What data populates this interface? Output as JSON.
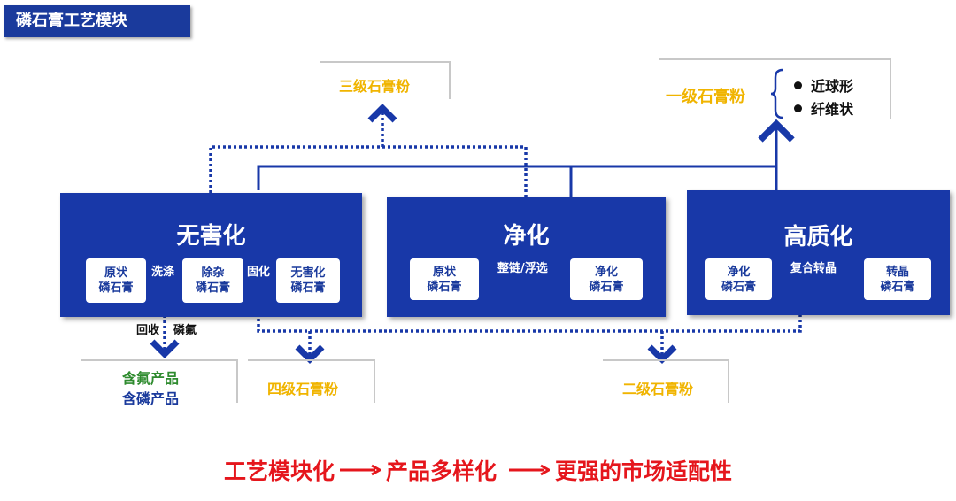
{
  "header": {
    "title": "磷石膏工艺模块"
  },
  "modules": {
    "harmless": {
      "title": "无害化",
      "nodes": [
        "原状\n磷石膏",
        "除杂\n磷石膏",
        "无害化\n磷石膏"
      ],
      "ops": [
        "洗涤",
        "固化"
      ]
    },
    "purify": {
      "title": "净化",
      "nodes": [
        "原状\n磷石膏",
        "净化\n磷石膏"
      ],
      "ops": [
        "整链/浮选"
      ]
    },
    "quality": {
      "title": "高质化",
      "nodes": [
        "净化\n磷石膏",
        "转晶\n磷石膏"
      ],
      "ops": [
        "复合转晶"
      ]
    }
  },
  "products": {
    "grade1": "一级石膏粉",
    "grade2": "二级石膏粉",
    "grade3": "三级石膏粉",
    "grade4": "四级石膏粉",
    "grade1_forms": [
      "近球形",
      "纤维状"
    ]
  },
  "recovery": {
    "labels": [
      "回收",
      "磷氟"
    ],
    "outputs": [
      "含氟产品",
      "含磷产品"
    ]
  },
  "slogan": {
    "parts": [
      "工艺模块化",
      "产品多样化",
      "更强的市场适配性"
    ]
  },
  "colors": {
    "module": "#1838a8",
    "product": "#f0b400",
    "slogan": "#e5161c",
    "line": "#1838a8"
  }
}
